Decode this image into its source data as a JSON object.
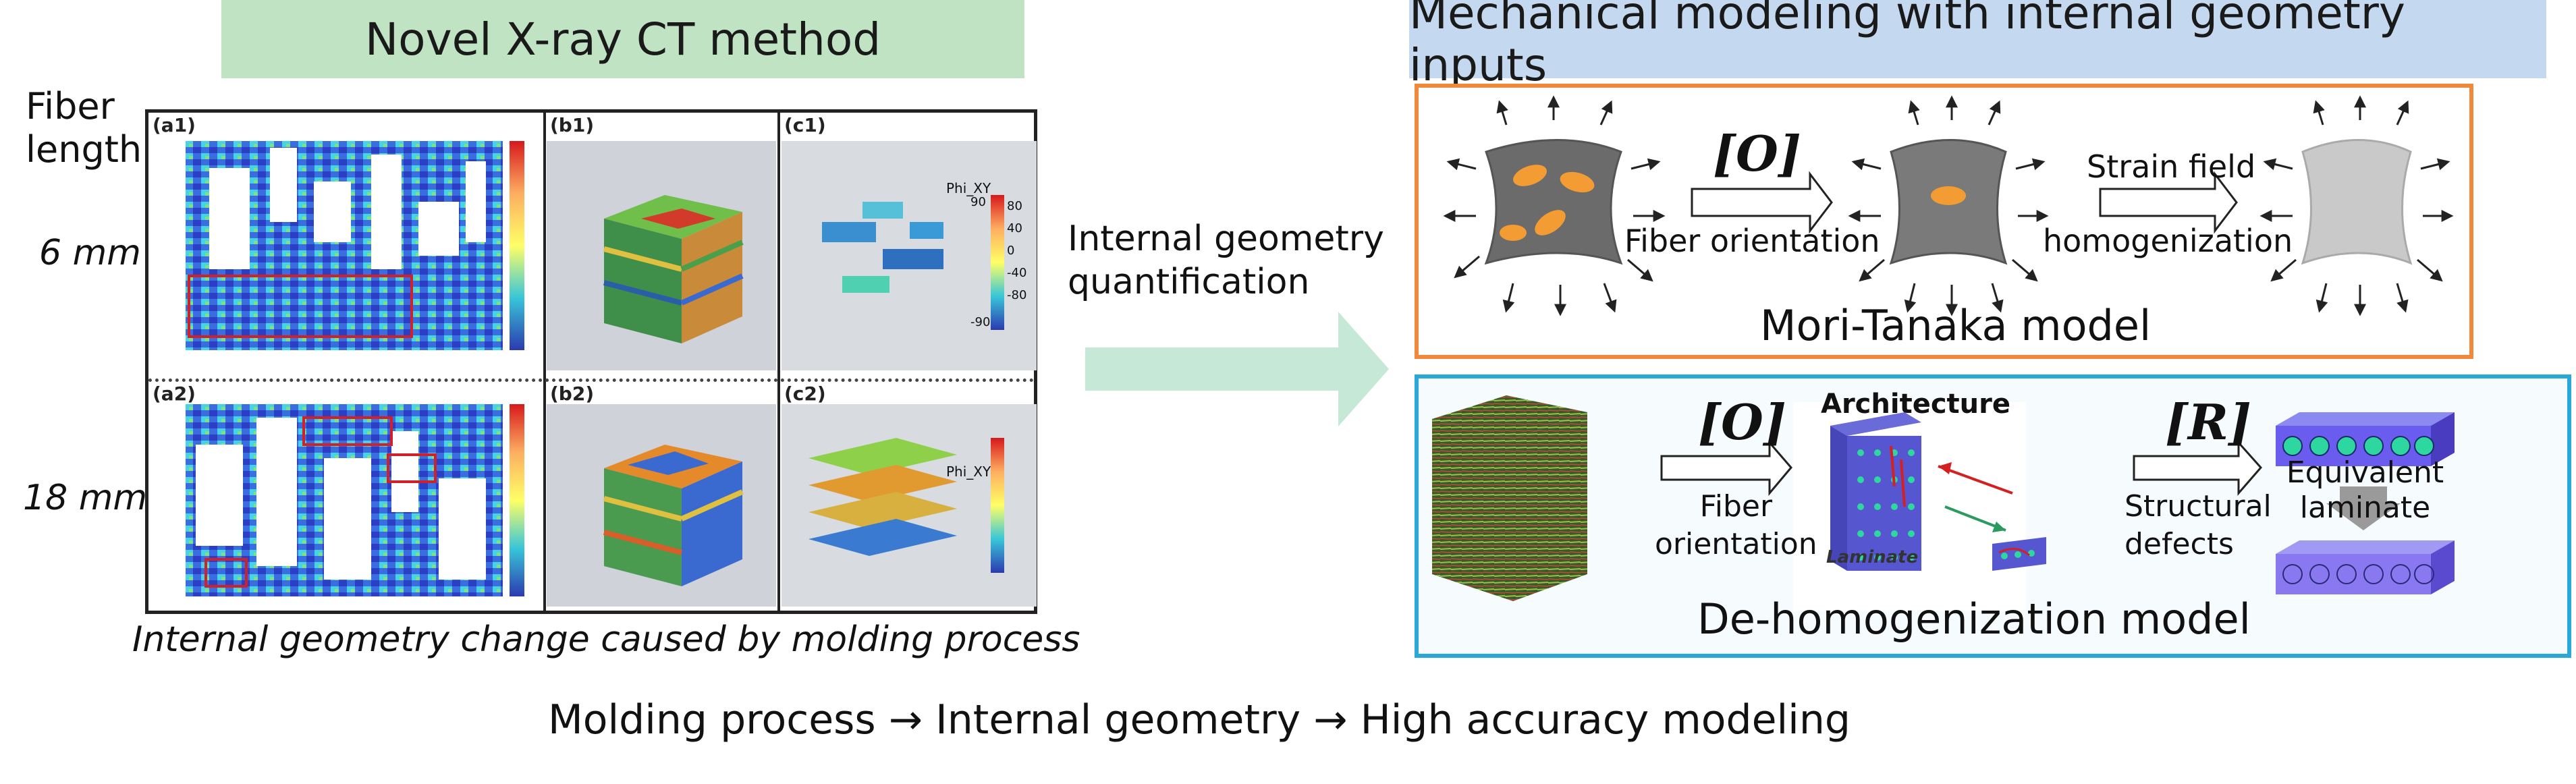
{
  "header_left": "Novel X-ray CT method",
  "header_right": "Mechanical modeling with internal geometry inputs",
  "row_header": "Fiber\nlength",
  "row_6mm": "6 mm",
  "row_18mm": "18 mm",
  "panel_labels": [
    "(a1)",
    "(b1)",
    "(c1)",
    "(a2)",
    "(b2)",
    "(c2)"
  ],
  "colorbar_title": "Phi_XY",
  "colorbar_ticks": [
    "90",
    "80",
    "40",
    "0",
    "-40",
    "-80",
    "-90"
  ],
  "caption_left": "Internal geometry change caused by molding process",
  "arrow_label": "Internal geometry\nquantification",
  "mt": {
    "op": "[O]",
    "label1": "Fiber orientation",
    "label2a": "Strain field",
    "label2b": "homogenization",
    "title": "Mori-Tanaka model"
  },
  "dh": {
    "op1": "[O]",
    "label1": "Fiber\norientation",
    "arch_title": "Architecture",
    "laminate": "Laminate",
    "op2": "[R]",
    "label2": "Structural\ndefects",
    "equiv": "Equivalent\nlaminate",
    "title": "De-homogenization model"
  },
  "bottom_caption": "Molding process → Internal geometry → High accuracy modeling",
  "colors": {
    "green_header": "#bfe3c3",
    "blue_header": "#c4d9ef",
    "mt_border": "#f08a3a",
    "dh_border": "#2aa8d8",
    "big_arrow": "#c6e8d6"
  }
}
